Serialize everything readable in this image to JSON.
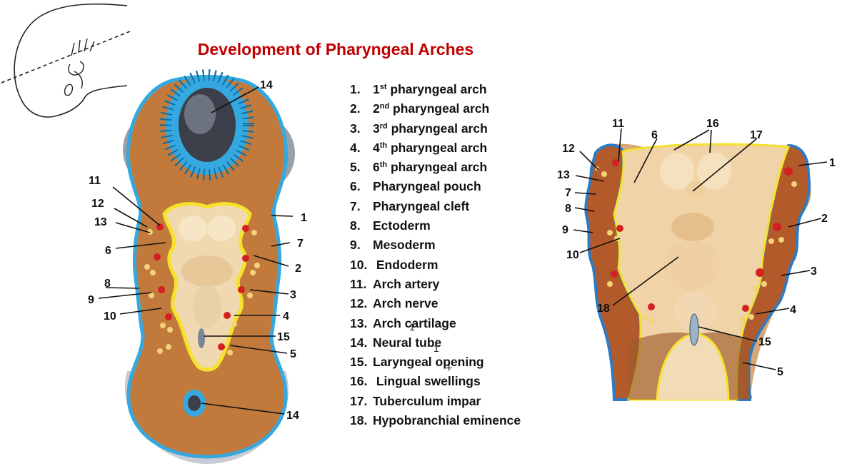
{
  "title": "Development of Pharyngeal Arches",
  "legend": [
    {
      "num": "1.",
      "ord": "1",
      "sup": "st",
      "text": " pharyngeal arch"
    },
    {
      "num": "2.",
      "ord": "2",
      "sup": "nd",
      "text": " pharyngeal arch"
    },
    {
      "num": "3.",
      "ord": "3",
      "sup": "rd",
      "text": " pharyngeal arch"
    },
    {
      "num": "4.",
      "ord": "4",
      "sup": "th",
      "text": " pharyngeal arch"
    },
    {
      "num": "5.",
      "ord": "6",
      "sup": "th",
      "text": " pharyngeal arch"
    },
    {
      "num": "6.",
      "ord": "",
      "sup": "",
      "text": "Pharyngeal pouch"
    },
    {
      "num": "7.",
      "ord": "",
      "sup": "",
      "text": "Pharyngeal cleft"
    },
    {
      "num": "8.",
      "ord": "",
      "sup": "",
      "text": "Ectoderm"
    },
    {
      "num": "9.",
      "ord": "",
      "sup": "",
      "text": "Mesoderm"
    },
    {
      "num": "10.",
      "ord": "",
      "sup": "",
      "text": " Endoderm"
    },
    {
      "num": "11.",
      "ord": "",
      "sup": "",
      "text": "Arch artery"
    },
    {
      "num": "12.",
      "ord": "",
      "sup": "",
      "text": "Arch nerve"
    },
    {
      "num": "13.",
      "ord": "",
      "sup": "",
      "text": "Arch cartilage"
    },
    {
      "num": "14.",
      "ord": "",
      "sup": "",
      "text": "Neural tube"
    },
    {
      "num": "15.",
      "ord": "",
      "sup": "",
      "text": "Laryngeal opening"
    },
    {
      "num": "16.",
      "ord": "",
      "sup": "",
      "text": " Lingual swellings"
    },
    {
      "num": "17.",
      "ord": "",
      "sup": "",
      "text": "Tuberculum impar"
    },
    {
      "num": "18.",
      "ord": "",
      "sup": "",
      "text": "Hypobranchial eminence"
    }
  ],
  "stray_marks": {
    "a": "1",
    "b": "1"
  },
  "left_labels": {
    "l14a": "14",
    "l11": "11",
    "l12": "12",
    "l13": "13",
    "l1": "1",
    "l6": "6",
    "l7": "7",
    "l2": "2",
    "l8": "8",
    "l9": "9",
    "l3": "3",
    "l10": "10",
    "l4": "4",
    "l15": "15",
    "l5": "5",
    "l14b": "14"
  },
  "right_labels": {
    "r11": "11",
    "r16": "16",
    "r6": "6",
    "r17": "17",
    "r12": "12",
    "r1": "1",
    "r13": "13",
    "r7": "7",
    "r8": "8",
    "r2": "2",
    "r9": "9",
    "r10": "10",
    "r3": "3",
    "r18": "18",
    "r4": "4",
    "r15": "15",
    "r5": "5"
  },
  "colors": {
    "title": "#c00000",
    "mesoderm": "#c27a3c",
    "ectoderm": "#35a8df",
    "endoderm": "#f5e22a",
    "pharynx": "#f0d9b0",
    "artery": "#d42020",
    "cartilage": "#f3d27a"
  }
}
